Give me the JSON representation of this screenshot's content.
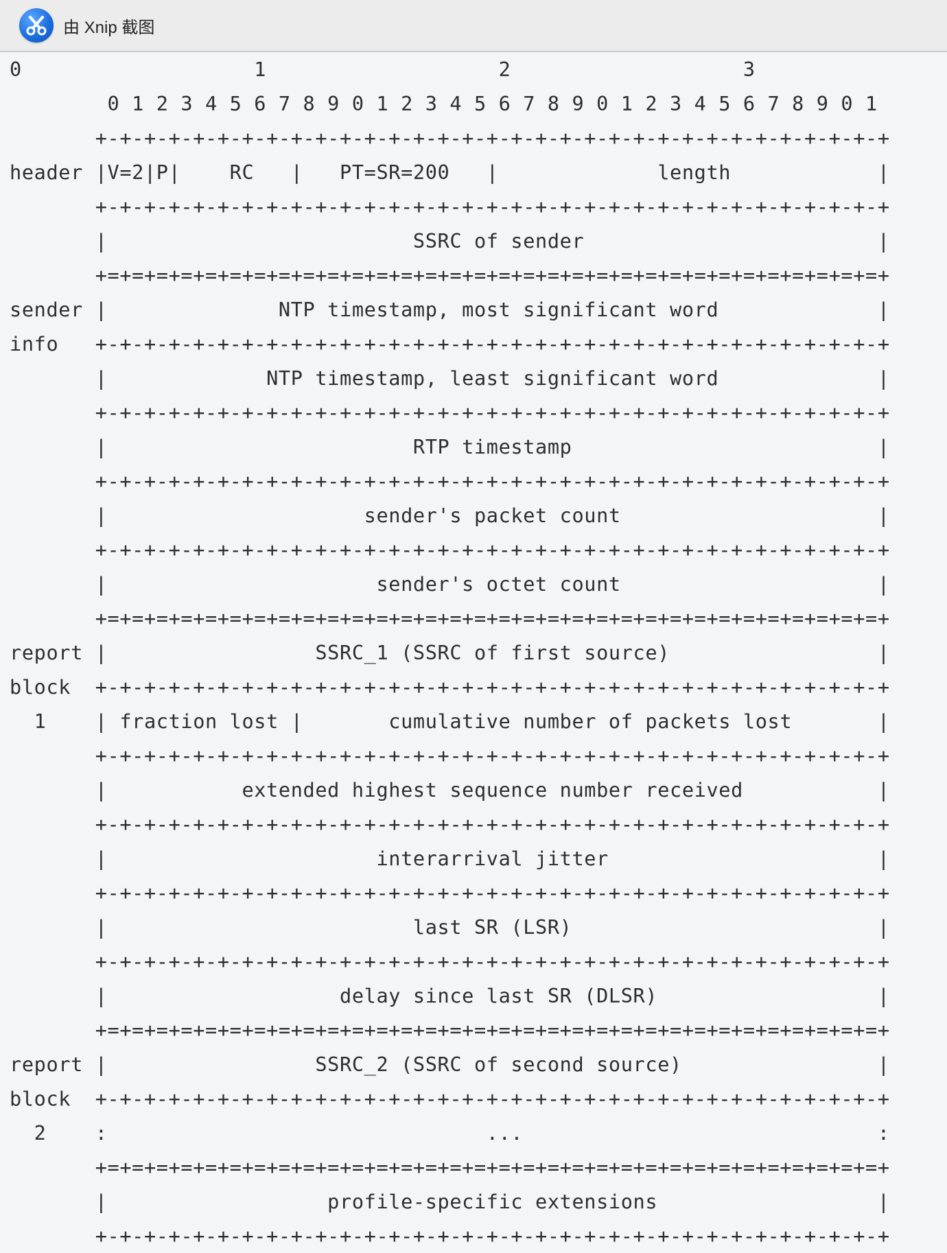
{
  "window": {
    "title": "由 Xnip 截图",
    "icon": "xnip-app-icon"
  },
  "diagram": {
    "lines": [
      "0                   1                   2                   3",
      "        0 1 2 3 4 5 6 7 8 9 0 1 2 3 4 5 6 7 8 9 0 1 2 3 4 5 6 7 8 9 0 1",
      "       +-+-+-+-+-+-+-+-+-+-+-+-+-+-+-+-+-+-+-+-+-+-+-+-+-+-+-+-+-+-+-+-+",
      "header |V=2|P|    RC   |   PT=SR=200   |             length            |",
      "       +-+-+-+-+-+-+-+-+-+-+-+-+-+-+-+-+-+-+-+-+-+-+-+-+-+-+-+-+-+-+-+-+",
      "       |                         SSRC of sender                        |",
      "       +=+=+=+=+=+=+=+=+=+=+=+=+=+=+=+=+=+=+=+=+=+=+=+=+=+=+=+=+=+=+=+=+",
      "sender |              NTP timestamp, most significant word             |",
      "info   +-+-+-+-+-+-+-+-+-+-+-+-+-+-+-+-+-+-+-+-+-+-+-+-+-+-+-+-+-+-+-+-+",
      "       |             NTP timestamp, least significant word             |",
      "       +-+-+-+-+-+-+-+-+-+-+-+-+-+-+-+-+-+-+-+-+-+-+-+-+-+-+-+-+-+-+-+-+",
      "       |                         RTP timestamp                         |",
      "       +-+-+-+-+-+-+-+-+-+-+-+-+-+-+-+-+-+-+-+-+-+-+-+-+-+-+-+-+-+-+-+-+",
      "       |                     sender's packet count                     |",
      "       +-+-+-+-+-+-+-+-+-+-+-+-+-+-+-+-+-+-+-+-+-+-+-+-+-+-+-+-+-+-+-+-+",
      "       |                      sender's octet count                     |",
      "       +=+=+=+=+=+=+=+=+=+=+=+=+=+=+=+=+=+=+=+=+=+=+=+=+=+=+=+=+=+=+=+=+",
      "report |                 SSRC_1 (SSRC of first source)                 |",
      "block  +-+-+-+-+-+-+-+-+-+-+-+-+-+-+-+-+-+-+-+-+-+-+-+-+-+-+-+-+-+-+-+-+",
      "  1    | fraction lost |       cumulative number of packets lost       |",
      "       +-+-+-+-+-+-+-+-+-+-+-+-+-+-+-+-+-+-+-+-+-+-+-+-+-+-+-+-+-+-+-+-+",
      "       |           extended highest sequence number received           |",
      "       +-+-+-+-+-+-+-+-+-+-+-+-+-+-+-+-+-+-+-+-+-+-+-+-+-+-+-+-+-+-+-+-+",
      "       |                      interarrival jitter                      |",
      "       +-+-+-+-+-+-+-+-+-+-+-+-+-+-+-+-+-+-+-+-+-+-+-+-+-+-+-+-+-+-+-+-+",
      "       |                         last SR (LSR)                         |",
      "       +-+-+-+-+-+-+-+-+-+-+-+-+-+-+-+-+-+-+-+-+-+-+-+-+-+-+-+-+-+-+-+-+",
      "       |                   delay since last SR (DLSR)                  |",
      "       +=+=+=+=+=+=+=+=+=+=+=+=+=+=+=+=+=+=+=+=+=+=+=+=+=+=+=+=+=+=+=+=+",
      "report |                 SSRC_2 (SSRC of second source)                |",
      "block  +-+-+-+-+-+-+-+-+-+-+-+-+-+-+-+-+-+-+-+-+-+-+-+-+-+-+-+-+-+-+-+-+",
      "  2    :                               ...                             :",
      "       +=+=+=+=+=+=+=+=+=+=+=+=+=+=+=+=+=+=+=+=+=+=+=+=+=+=+=+=+=+=+=+=+",
      "       |                  profile-specific extensions                  |",
      "       +-+-+-+-+-+-+-+-+-+-+-+-+-+-+-+-+-+-+-+-+-+-+-+-+-+-+-+-+-+-+-+-+"
    ]
  }
}
